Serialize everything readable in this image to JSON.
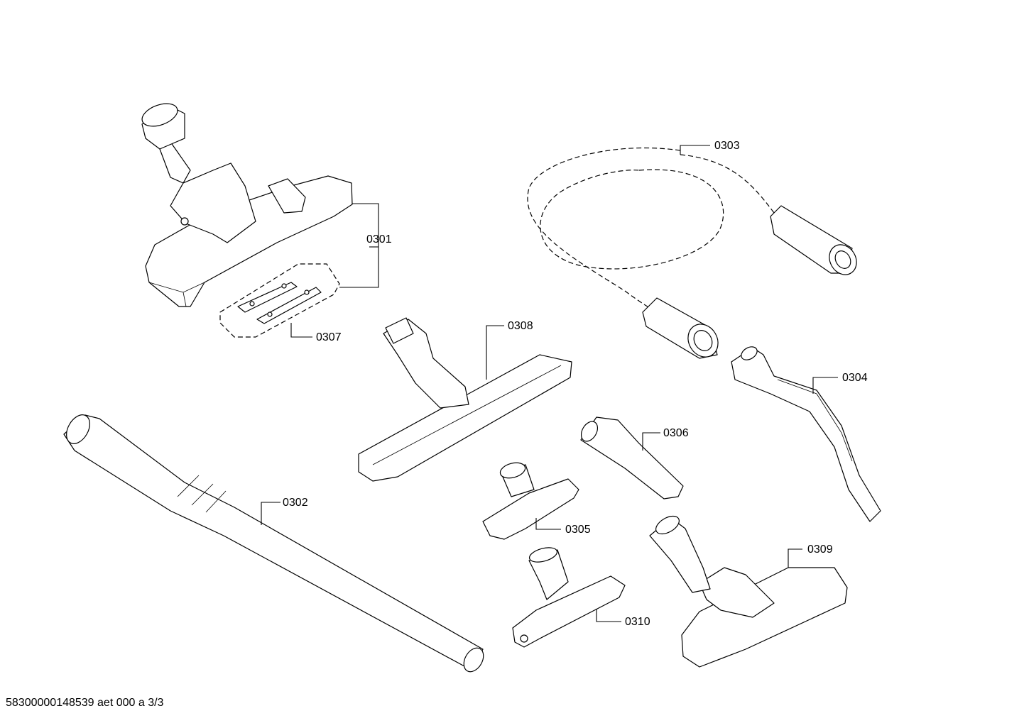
{
  "parts": [
    {
      "id": "p0301",
      "label": "0301",
      "icon": "floor-nozzle"
    },
    {
      "id": "p0302",
      "label": "0302",
      "icon": "telescopic-tube"
    },
    {
      "id": "p0303",
      "label": "0303",
      "icon": "suction-hose"
    },
    {
      "id": "p0304",
      "label": "0304",
      "icon": "hose-handle"
    },
    {
      "id": "p0305",
      "label": "0305",
      "icon": "upholstery-nozzle"
    },
    {
      "id": "p0306",
      "label": "0306",
      "icon": "crevice-tool"
    },
    {
      "id": "p0307",
      "label": "0307",
      "icon": "nozzle-strips"
    },
    {
      "id": "p0308",
      "label": "0308",
      "icon": "parquet-nozzle"
    },
    {
      "id": "p0309",
      "label": "0309",
      "icon": "floor-nozzle-2"
    },
    {
      "id": "p0310",
      "label": "0310",
      "icon": "small-nozzle"
    }
  ],
  "footer": {
    "code": "58300000148539 aet 000 a 3/3"
  }
}
